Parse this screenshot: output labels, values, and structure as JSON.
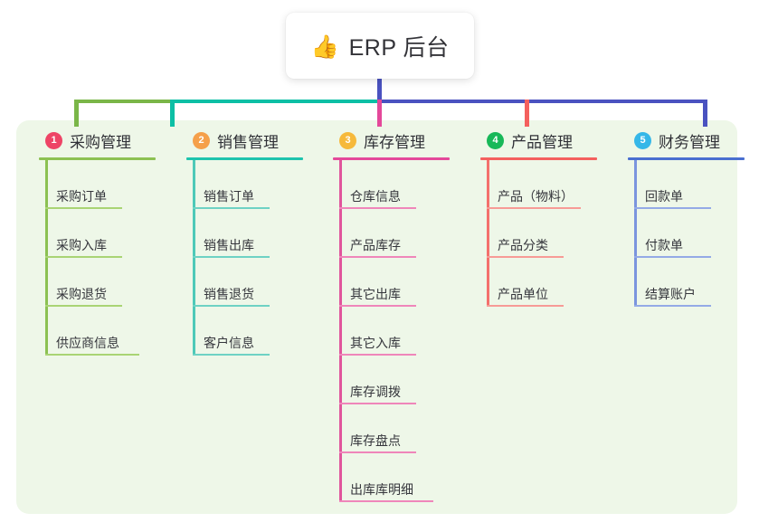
{
  "title": {
    "emoji": "👍",
    "emoji_name": "thumbs-up-icon",
    "text": "ERP 后台"
  },
  "panel": {
    "background": "#eef7e8"
  },
  "connectors": {
    "stem_color": "#4a52c0",
    "bus_segments": [
      {
        "name": "bus-green",
        "color": "#7ab648"
      },
      {
        "name": "bus-teal",
        "color": "#0cbfa5"
      },
      {
        "name": "bus-purple",
        "color": "#4a52c0"
      }
    ],
    "drop_colors": [
      "#7ab648",
      "#0cbfa5",
      "#e4489a",
      "#f4605e",
      "#4a52c0"
    ]
  },
  "columns": [
    {
      "number": "1",
      "title": "采购管理",
      "badge_color": "#ee4466",
      "rule_color": "#8cc152",
      "spine_color": "#8cc152",
      "leaf_rule_color": "#a9d474",
      "items": [
        "采购订单",
        "采购入库",
        "采购退货",
        "供应商信息"
      ]
    },
    {
      "number": "2",
      "title": "销售管理",
      "badge_color": "#f5a04a",
      "rule_color": "#1ec4ad",
      "spine_color": "#4ec9b8",
      "leaf_rule_color": "#6ed2c4",
      "items": [
        "销售订单",
        "销售出库",
        "销售退货",
        "客户信息"
      ]
    },
    {
      "number": "3",
      "title": "库存管理",
      "badge_color": "#f6b93b",
      "rule_color": "#e4489a",
      "spine_color": "#e0559c",
      "leaf_rule_color": "#ef86ba",
      "items": [
        "仓库信息",
        "产品库存",
        "其它出库",
        "其它入库",
        "库存调拨",
        "库存盘点",
        "出库库明细"
      ]
    },
    {
      "number": "4",
      "title": "产品管理",
      "badge_color": "#17b858",
      "rule_color": "#f4605e",
      "spine_color": "#f4706c",
      "leaf_rule_color": "#f79b96",
      "items": [
        "产品（物料）",
        "产品分类",
        "产品单位"
      ]
    },
    {
      "number": "5",
      "title": "财务管理",
      "badge_color": "#35b7e8",
      "rule_color": "#4a6fd0",
      "spine_color": "#7b95de",
      "leaf_rule_color": "#94aae6",
      "items": [
        "回款单",
        "付款单",
        "结算账户"
      ]
    }
  ]
}
